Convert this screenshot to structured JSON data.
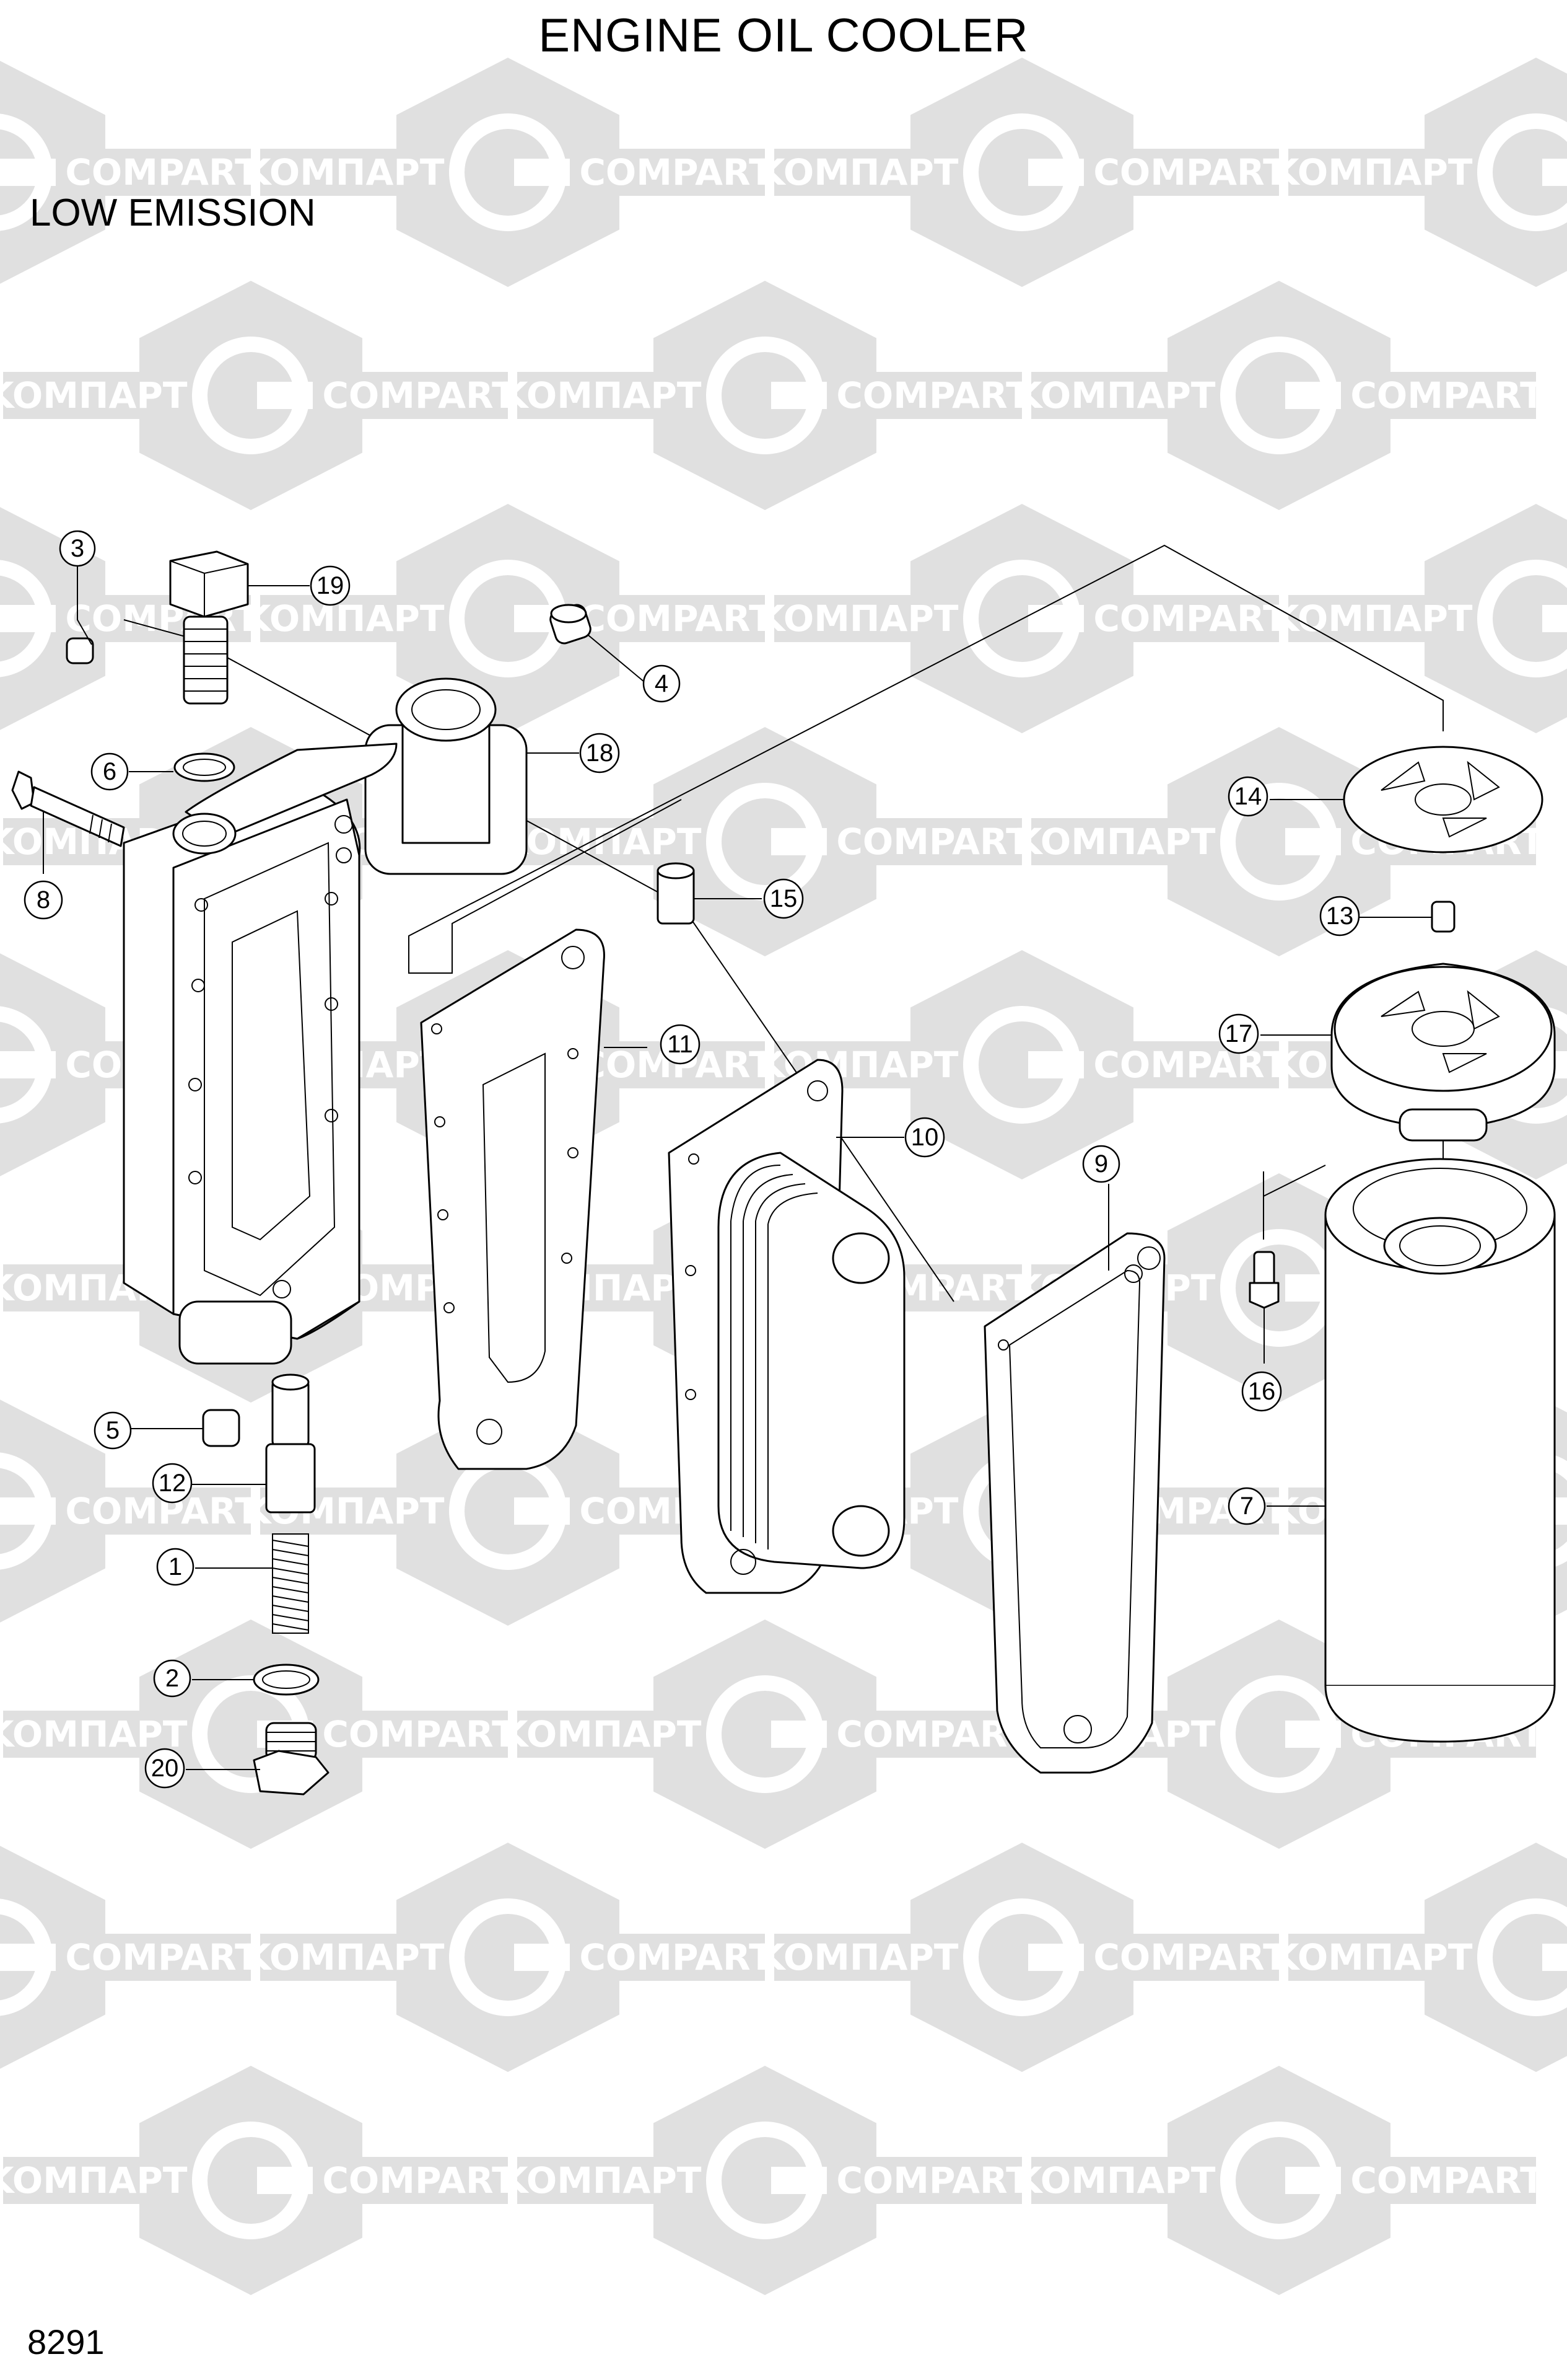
{
  "title": "ENGINE OIL COOLER",
  "subtitle": "LOW EMISSION",
  "page_number": "8291",
  "watermark": {
    "text_left": "KOMПАРТ",
    "text_right": "COMPART",
    "color": "#e0e0e0"
  },
  "callouts": [
    {
      "id": "c1",
      "label": "1"
    },
    {
      "id": "c2",
      "label": "2"
    },
    {
      "id": "c3",
      "label": "3"
    },
    {
      "id": "c4",
      "label": "4"
    },
    {
      "id": "c5",
      "label": "5"
    },
    {
      "id": "c6",
      "label": "6"
    },
    {
      "id": "c7",
      "label": "7"
    },
    {
      "id": "c8",
      "label": "8"
    },
    {
      "id": "c9",
      "label": "9"
    },
    {
      "id": "c10",
      "label": "10"
    },
    {
      "id": "c11",
      "label": "11"
    },
    {
      "id": "c12",
      "label": "12"
    },
    {
      "id": "c13",
      "label": "13"
    },
    {
      "id": "c14",
      "label": "14"
    },
    {
      "id": "c15",
      "label": "15"
    },
    {
      "id": "c16",
      "label": "16"
    },
    {
      "id": "c17",
      "label": "17"
    },
    {
      "id": "c18",
      "label": "18"
    },
    {
      "id": "c19",
      "label": "19"
    },
    {
      "id": "c20",
      "label": "20"
    }
  ]
}
